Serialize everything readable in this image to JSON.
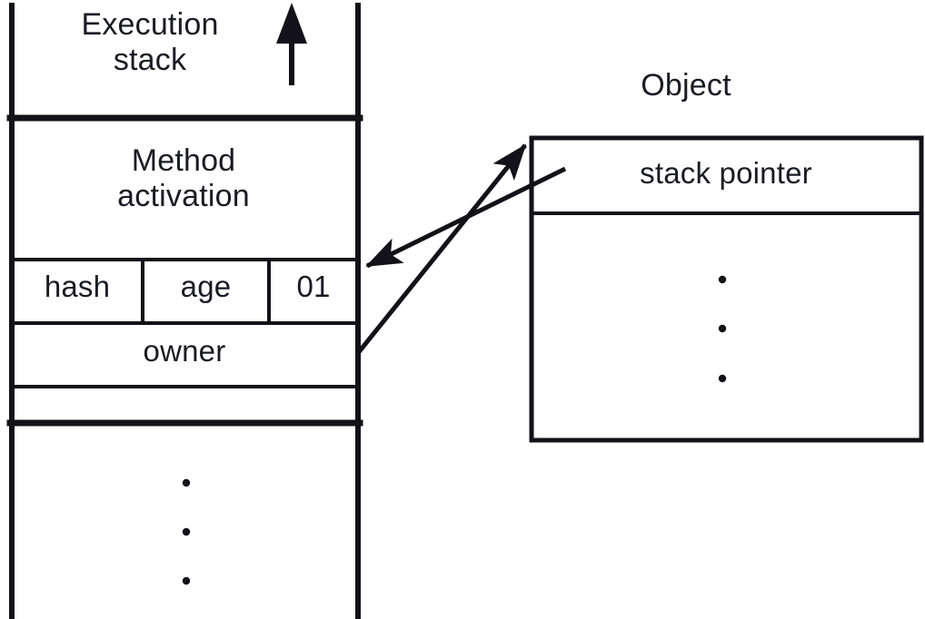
{
  "diagram": {
    "title_left": "Execution\nstack",
    "title_right": "Object",
    "direction_arrow": "up-arrow-icon",
    "background_color": "#ffffff",
    "line_color": "#121218",
    "text_color": "#1b1b24"
  },
  "execution_stack": {
    "header_label": "Execution\nstack",
    "frames": [
      {
        "id": "method-activation",
        "label": "Method\nactivation"
      },
      {
        "id": "header-word",
        "cells": [
          {
            "id": "hash",
            "label": "hash"
          },
          {
            "id": "age",
            "label": "age"
          },
          {
            "id": "flags",
            "label": "01"
          }
        ]
      },
      {
        "id": "owner",
        "label": "owner"
      },
      {
        "id": "blank-slot",
        "label": ""
      }
    ],
    "continuation_dots": [
      "•",
      "•",
      "•"
    ]
  },
  "object": {
    "title": "Object",
    "fields": [
      {
        "id": "stack-pointer",
        "label": "stack pointer"
      }
    ],
    "continuation_dots": [
      "•",
      "•",
      "•"
    ]
  },
  "connections": [
    {
      "id": "owner-to-object",
      "from": "owner",
      "to": "object-box",
      "label": "",
      "arrowhead": "end"
    },
    {
      "id": "stack-pointer-to-frame",
      "from": "stack-pointer",
      "to": "header-word",
      "label": "",
      "arrowhead": "end"
    }
  ]
}
